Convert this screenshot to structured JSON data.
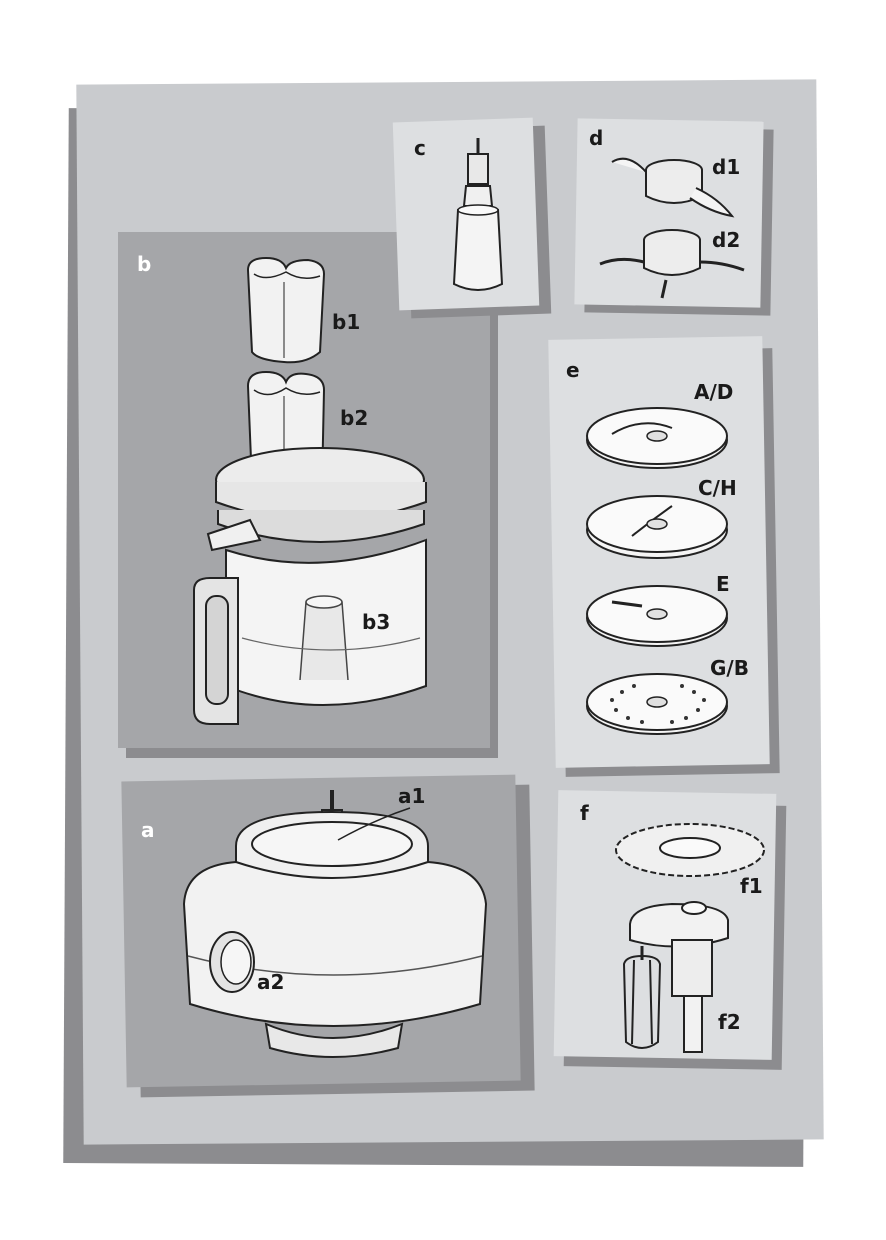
{
  "panels": {
    "a": {
      "letter": "a",
      "parts": [
        "a1",
        "a2"
      ]
    },
    "b": {
      "letter": "b",
      "parts": [
        "b1",
        "b2",
        "b3"
      ]
    },
    "c": {
      "letter": "c"
    },
    "d": {
      "letter": "d",
      "parts": [
        "d1",
        "d2"
      ]
    },
    "e": {
      "letter": "e",
      "discs": [
        "A/D",
        "C/H",
        "E",
        "G/B"
      ]
    },
    "f": {
      "letter": "f",
      "parts": [
        "f1",
        "f2"
      ]
    }
  },
  "colors": {
    "background": "#c9cbce",
    "shadow": "#8c8c8f",
    "panel_dark": "#a5a6a9",
    "panel_light": "#dddfe1"
  }
}
